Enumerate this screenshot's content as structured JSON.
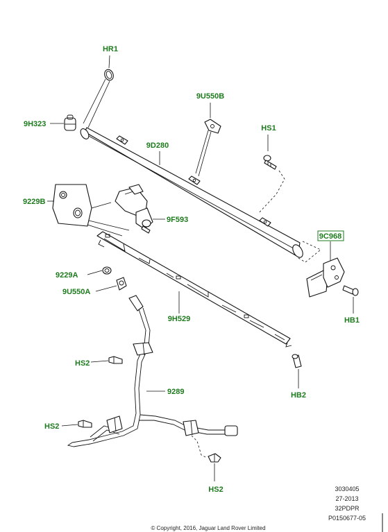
{
  "callouts": {
    "hr1": "HR1",
    "p9u550b": "9U550B",
    "hs1_top": "HS1",
    "p9h323": "9H323",
    "p9d280": "9D280",
    "p9229b": "9229B",
    "p9f593": "9F593",
    "p9c968": "9C968",
    "p9229a": "9229A",
    "p9u550a": "9U550A",
    "p9h529": "9H529",
    "hb1": "HB1",
    "hs2_upper": "HS2",
    "p9289": "9289",
    "hb2": "HB2",
    "hs2_left": "HS2",
    "hs2_bottom": "HS2"
  },
  "info": {
    "line1": "3030405",
    "line2": "27-2013",
    "line3": "32PDPR",
    "line4": "P0150677-05",
    "copyright": "© Copyright, 2016, Jaguar Land Rover Limited"
  },
  "colors": {
    "callout_text": "#1e7a1e",
    "highlight_box": "#1e7a1e",
    "line_art": "#111111"
  }
}
